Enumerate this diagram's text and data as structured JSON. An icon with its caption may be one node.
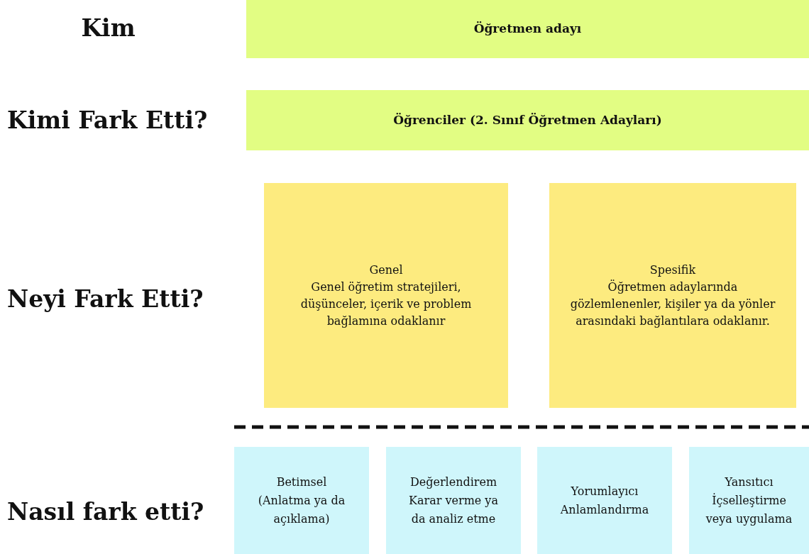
{
  "diagram": {
    "nodes": [
      {
        "text": [
          "Öğretmen adayı"
        ]
      },
      {
        "text": [
          "Öğrenciler (2. Sınıf Öğretmen Adayları)"
        ]
      },
      {
        "text": [
          "Genel",
          "Genel öğretim stratejileri, düşünceler, içerik ve problem bağlamına odaklanır"
        ]
      },
      {
        "text": [
          "Spesifik",
          "Öğretmen adaylarında gözlemlenenler, kişiler ya da yönler arasındaki bağlantılara odaklanır."
        ]
      },
      {
        "text": [
          "Betimsel",
          "(Anlatma ya da açıklama)"
        ]
      },
      {
        "text": [
          "Değerlendirem",
          "Karar verme ya da analiz etme"
        ]
      },
      {
        "text": [
          "Yorumlayıcı",
          "Anlamlandırma"
        ]
      },
      {
        "text": [
          "Yansıtıcı",
          "İçselleştirme veya uygulama"
        ]
      }
    ],
    "edges": [],
    "labels": [
      "Kim",
      "Kimi Fark Etti?",
      "Neyi Fark Etti?",
      "Nasıl fark etti?"
    ]
  }
}
